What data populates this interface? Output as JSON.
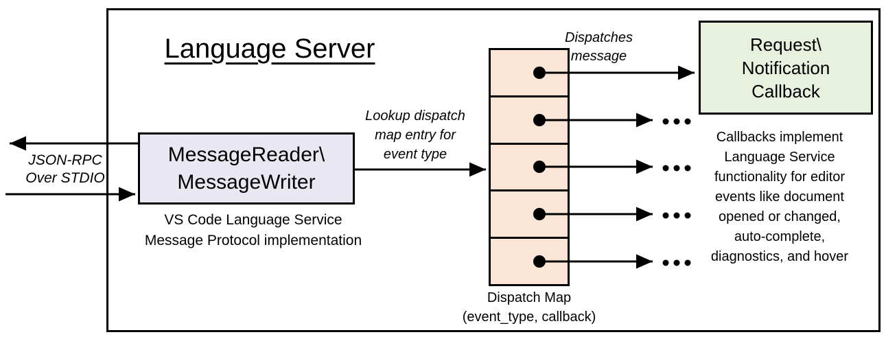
{
  "diagram": {
    "title": "Language Server",
    "colors": {
      "frame_border": "#000000",
      "message_box_fill": "#e9e7f1",
      "dispatch_cell_fill": "#fbe5d6",
      "callback_box_fill": "#e7f1de",
      "line_color": "#000000"
    },
    "json_rpc_label": {
      "line1": "JSON-RPC",
      "line2": "Over STDIO"
    },
    "message_box": {
      "line1": "MessageReader\\",
      "line2": "MessageWriter"
    },
    "message_box_caption": {
      "line1": "VS Code Language Service",
      "line2": "Message Protocol implementation"
    },
    "lookup_label": {
      "line1": "Lookup dispatch",
      "line2": "map entry for",
      "line3": "event type"
    },
    "dispatches_label": {
      "line1": "Dispatches",
      "line2": "message"
    },
    "callback_box": {
      "line1": "Request\\",
      "line2": "Notification",
      "line3": "Callback"
    },
    "callbacks_note": {
      "line1": "Callbacks implement",
      "line2": "Language Service",
      "line3": "functionality for editor",
      "line4": "events like document",
      "line5": "opened or changed,",
      "line6": "auto-complete,",
      "line7": "diagnostics, and hover"
    },
    "dispatch_map_caption": {
      "line1": "Dispatch Map",
      "line2": "(event_type, callback)"
    },
    "dispatch_map": {
      "cell_count": 5
    }
  }
}
